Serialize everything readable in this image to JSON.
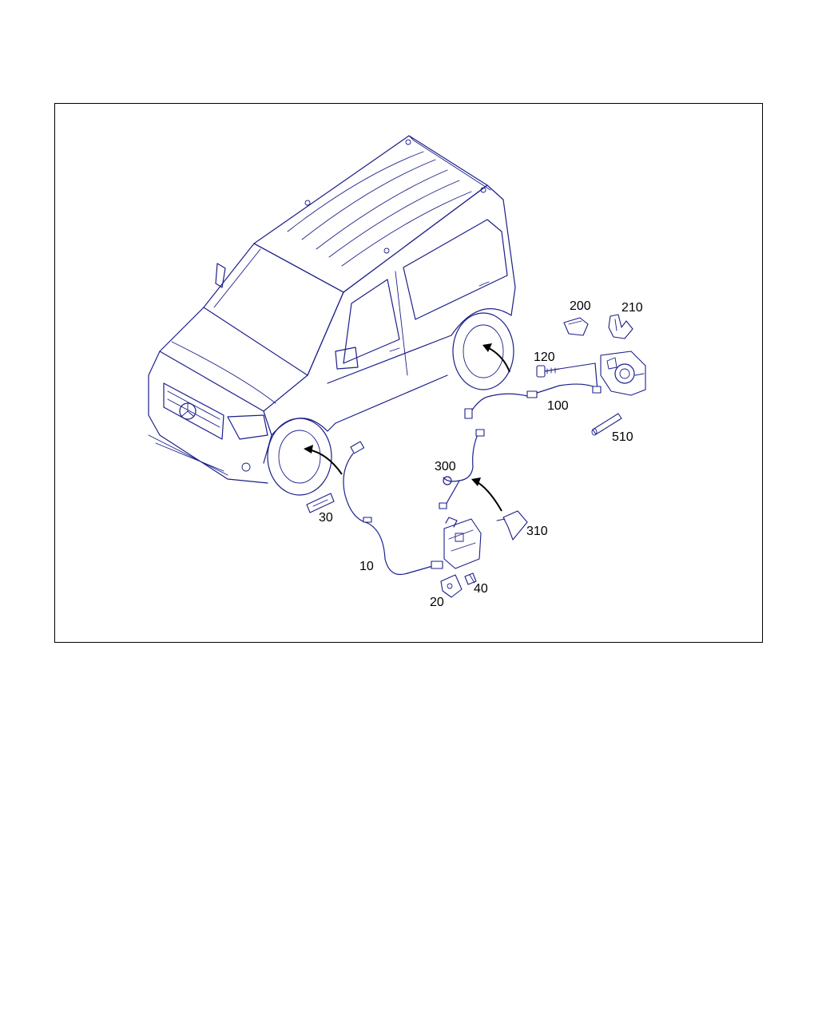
{
  "diagram": {
    "part_labels": [
      {
        "key": "p200",
        "text": "200"
      },
      {
        "key": "p210",
        "text": "210"
      },
      {
        "key": "p120",
        "text": "120"
      },
      {
        "key": "p100",
        "text": "100"
      },
      {
        "key": "p510",
        "text": "510"
      },
      {
        "key": "p300",
        "text": "300"
      },
      {
        "key": "p310",
        "text": "310"
      },
      {
        "key": "p30",
        "text": "30"
      },
      {
        "key": "p10",
        "text": "10"
      },
      {
        "key": "p40",
        "text": "40"
      },
      {
        "key": "p20",
        "text": "20"
      }
    ],
    "colors": {
      "line": "#1b1f8a",
      "frame": "#000000",
      "text": "#000000",
      "background": "#ffffff"
    }
  }
}
